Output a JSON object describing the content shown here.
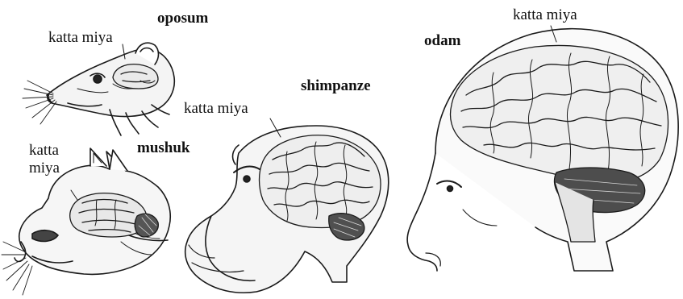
{
  "figure": {
    "opossum": {
      "name": "oposum",
      "brain_label": "katta miya"
    },
    "cat": {
      "name": "mushuk",
      "brain_label_line1": "katta",
      "brain_label_line2": "miya"
    },
    "chimpanzee": {
      "name": "shimpanze",
      "brain_label": "katta miya"
    },
    "human": {
      "name": "odam",
      "brain_label": "katta miya"
    }
  }
}
